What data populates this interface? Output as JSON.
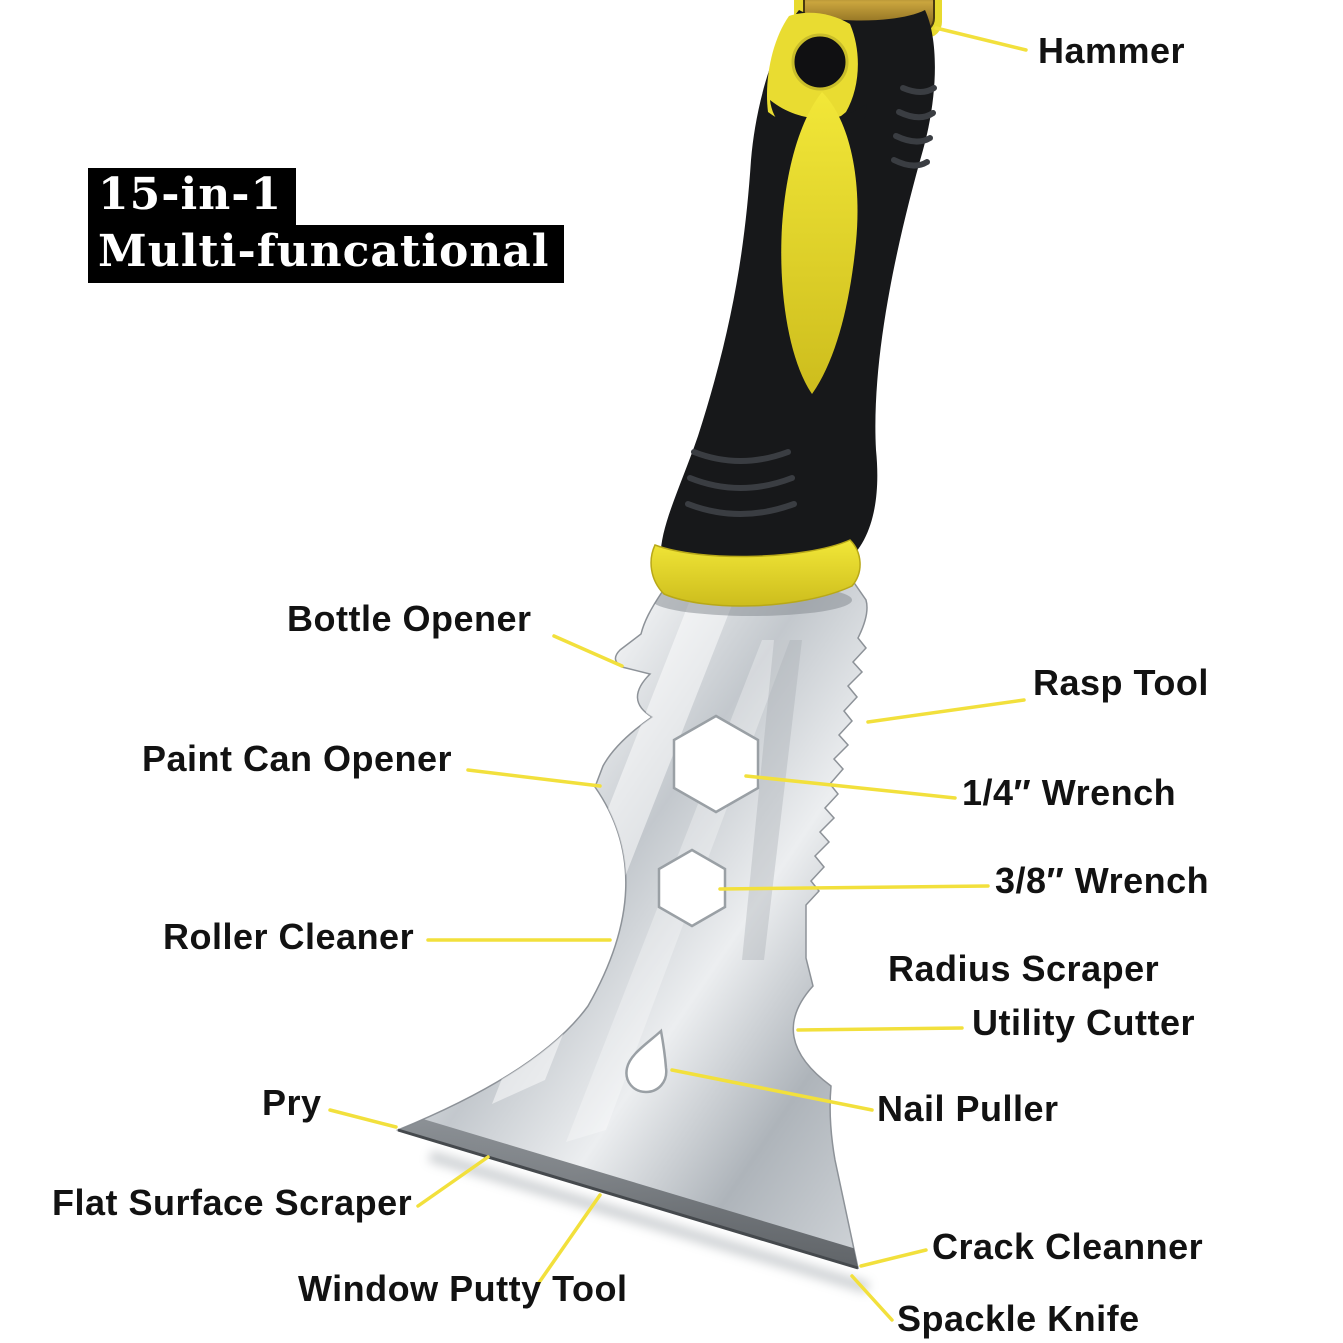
{
  "badge": {
    "line1": "15-in-1",
    "line2": "Multi-funcational"
  },
  "labels": {
    "hammer": "Hammer",
    "bottle_opener": "Bottle Opener",
    "rasp_tool": "Rasp Tool",
    "paint_can_opener": "Paint Can Opener",
    "wrench_quarter": "1/4″ Wrench",
    "wrench_three_eighth": "3/8″ Wrench",
    "roller_cleaner": "Roller Cleaner",
    "radius_scraper": "Radius Scraper",
    "utility_cutter": "Utility Cutter",
    "pry": "Pry",
    "nail_puller": "Nail Puller",
    "flat_surface_scraper": "Flat Surface Scraper",
    "crack_cleanner": "Crack Cleanner",
    "window_putty_tool": "Window Putty Tool",
    "spackle_knife": "Spackle Knife"
  },
  "colors": {
    "leader_line": "#f2e03c",
    "handle_yellow": "#e8da2f",
    "handle_black": "#17181a",
    "badge_bg": "#000000",
    "badge_text": "#ffffff",
    "label_text": "#121212"
  }
}
